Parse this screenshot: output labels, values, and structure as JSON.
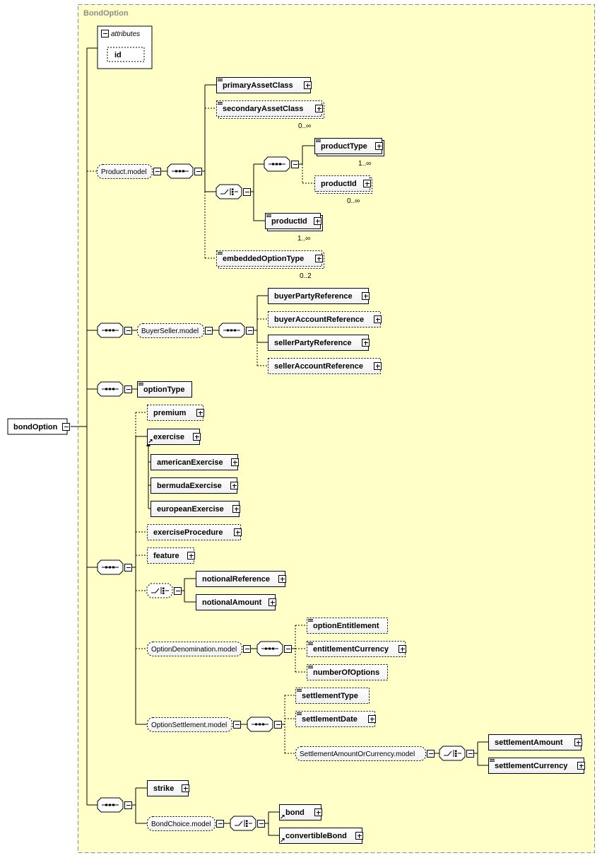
{
  "panel_title": "BondOption",
  "root": {
    "label": "bondOption"
  },
  "attributes": {
    "header": "attributes",
    "items": [
      "id"
    ]
  },
  "elements": {
    "primaryAssetClass": "primaryAssetClass",
    "secondaryAssetClass": "secondaryAssetClass",
    "productType": "productType",
    "productId_a": "productId",
    "productId_b": "productId",
    "embeddedOptionType": "embeddedOptionType",
    "buyerPartyReference": "buyerPartyReference",
    "buyerAccountReference": "buyerAccountReference",
    "sellerPartyReference": "sellerPartyReference",
    "sellerAccountReference": "sellerAccountReference",
    "optionType": "optionType",
    "premium": "premium",
    "exercise": "exercise",
    "americanExercise": "americanExercise",
    "bermudaExercise": "bermudaExercise",
    "europeanExercise": "europeanExercise",
    "exerciseProcedure": "exerciseProcedure",
    "feature": "feature",
    "notionalReference": "notionalReference",
    "notionalAmount": "notionalAmount",
    "optionEntitlement": "optionEntitlement",
    "entitlementCurrency": "entitlementCurrency",
    "numberOfOptions": "numberOfOptions",
    "settlementType": "settlementType",
    "settlementDate": "settlementDate",
    "settlementAmount": "settlementAmount",
    "settlementCurrency": "settlementCurrency",
    "strike": "strike",
    "bond": "bond",
    "convertibleBond": "convertibleBond"
  },
  "groups": {
    "productModel": "Product.model",
    "buyerSellerModel": "BuyerSeller.model",
    "optionDenominationModel": "OptionDenomination.model",
    "optionSettlementModel": "OptionSettlement.model",
    "settlementAmountOrCurrencyModel": "SettlementAmountOrCurrency.model",
    "bondChoiceModel": "BondChoice.model"
  },
  "cardinalities": {
    "secondaryAssetClass": "0..∞",
    "productType": "1..∞",
    "productId_a": "0..∞",
    "productId_b": "1..∞",
    "embeddedOptionType": "0..2"
  },
  "colors": {
    "panel_bg": "#ffffc8",
    "node_bg": "#ffffff",
    "line": "#000000",
    "title": "#8c8c8c"
  },
  "icons": [
    "collapse-icon",
    "expand-icon",
    "sequence-icon",
    "choice-icon",
    "annotation-icon",
    "reference-arrow-icon"
  ]
}
